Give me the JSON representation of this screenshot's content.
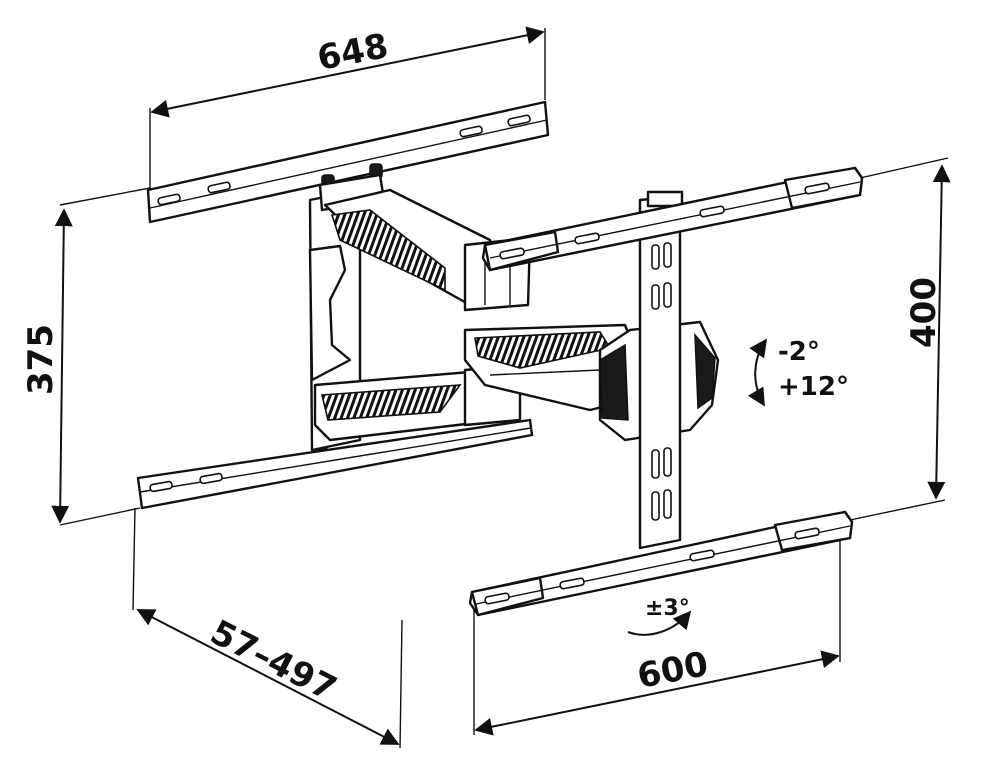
{
  "dimensions": {
    "top_width": "648",
    "bottom_width": "600",
    "left_height": "375",
    "right_height": "400",
    "extension": "57–497"
  },
  "tilt": {
    "up": "-2°",
    "down": "+12°"
  },
  "rotation": "±3°"
}
